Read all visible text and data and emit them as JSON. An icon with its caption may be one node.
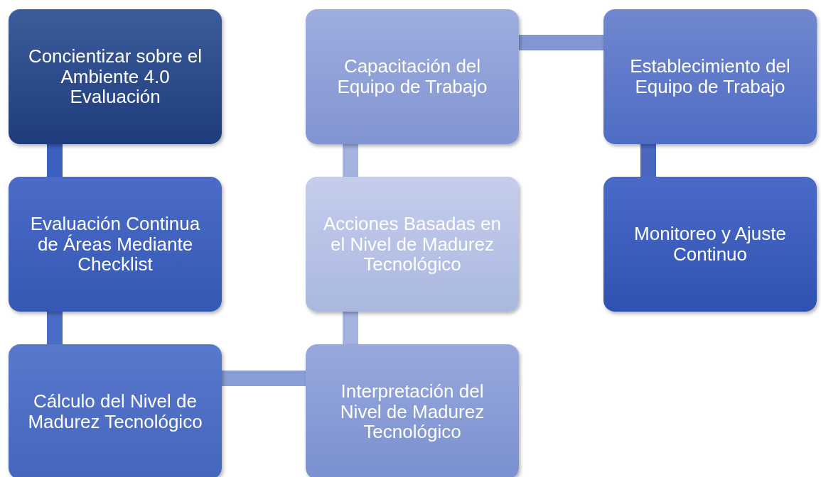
{
  "diagram": {
    "nodes": [
      {
        "text": [
          "Concientizar sobre el Ambiente 4.0 Evaluación"
        ]
      },
      {
        "text": [
          "Evaluación Continua de Áreas Mediante Checklist"
        ]
      },
      {
        "text": [
          "Cálculo del Nivel de Madurez Tecnológico"
        ]
      },
      {
        "text": [
          "Interpretación del Nivel de Madurez Tecnológico"
        ]
      },
      {
        "text": [
          "Acciones Basadas en el Nivel de Madurez Tecnológico"
        ]
      },
      {
        "text": [
          "Capacitación del Equipo de Trabajo"
        ]
      },
      {
        "text": [
          "Establecimiento del Equipo de Trabajo"
        ]
      },
      {
        "text": [
          "Monitoreo y Ajuste Continuo"
        ]
      }
    ],
    "edges": [
      {
        "from": 0,
        "to": 1,
        "arrow": "none",
        "color": "#3b60c0"
      },
      {
        "from": 1,
        "to": 2,
        "arrow": "none",
        "color": "#4a6cc4"
      },
      {
        "from": 2,
        "to": 3,
        "arrow": "none",
        "color": "#8a9ed6"
      },
      {
        "from": 3,
        "to": 4,
        "arrow": "none",
        "color": "#a3b2de"
      },
      {
        "from": 4,
        "to": 5,
        "arrow": "none",
        "color": "#a3b2de"
      },
      {
        "from": 5,
        "to": 6,
        "arrow": "none",
        "color": "#8297d2"
      },
      {
        "from": 6,
        "to": 7,
        "arrow": "none",
        "color": "#4a68c0"
      }
    ]
  }
}
